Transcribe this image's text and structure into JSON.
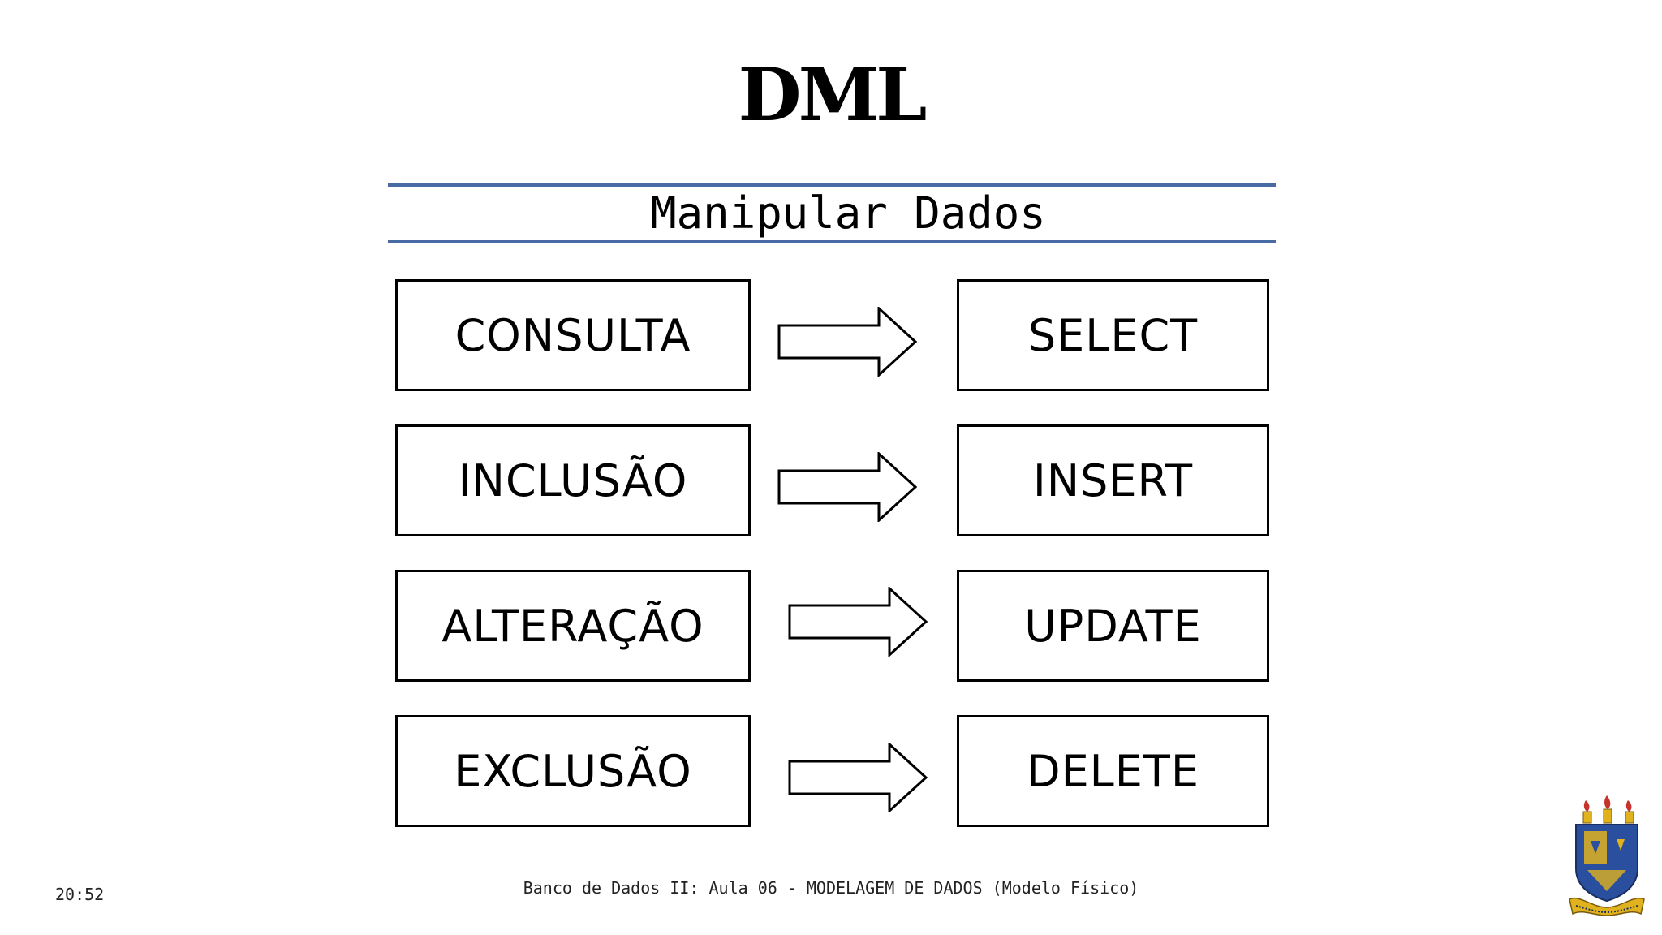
{
  "slide": {
    "title": "DML",
    "subtitle": "Manipular Dados",
    "footer": "Banco de Dados II: Aula 06 - MODELAGEM DE DADOS (Modelo Físico)",
    "time": "20:52"
  },
  "rows": [
    {
      "operation": "CONSULTA",
      "command": "SELECT"
    },
    {
      "operation": "INCLUSÃO",
      "command": "INSERT"
    },
    {
      "operation": "ALTERAÇÃO",
      "command": "UPDATE"
    },
    {
      "operation": "EXCLUSÃO",
      "command": "DELETE"
    }
  ],
  "colors": {
    "rule": "#4a6aa6",
    "crest_blue": "#2a4f9e",
    "crest_gold": "#e0b21e",
    "crest_red": "#c8322a"
  },
  "icons": {
    "arrow": "right-arrow-icon",
    "crest": "university-crest-icon"
  }
}
